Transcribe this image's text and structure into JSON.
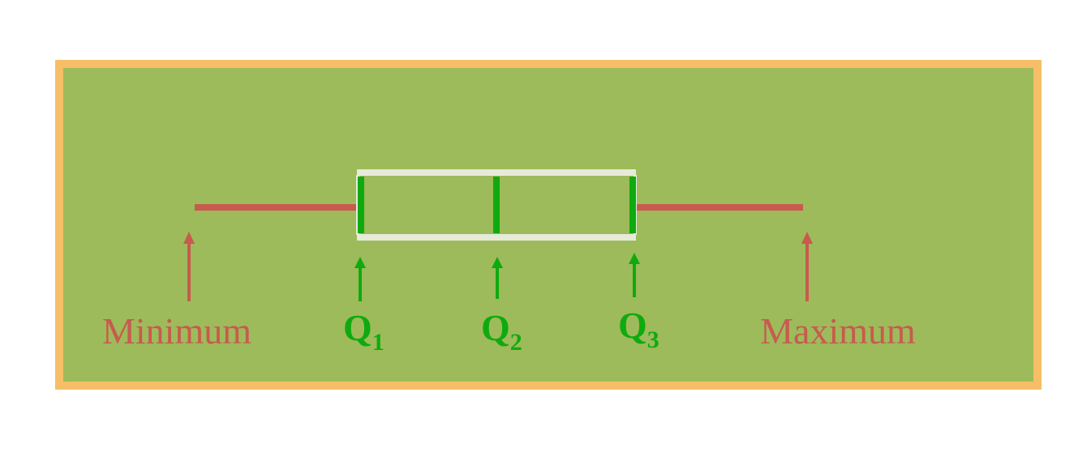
{
  "colors": {
    "frame_border": "#F6BE66",
    "frame_fill": "#9DBB5A",
    "whisker": "#C85A4F",
    "box_outline": "#E6EAD9",
    "quartile_marker": "#0FAA0F",
    "min_max_label": "#C85A4F",
    "quartile_label": "#0FAA0F"
  },
  "labels": {
    "minimum": "Minimum",
    "maximum": "Maximum",
    "q1_letter": "Q",
    "q1_sub": "1",
    "q2_letter": "Q",
    "q2_sub": "2",
    "q3_letter": "Q",
    "q3_sub": "3"
  }
}
